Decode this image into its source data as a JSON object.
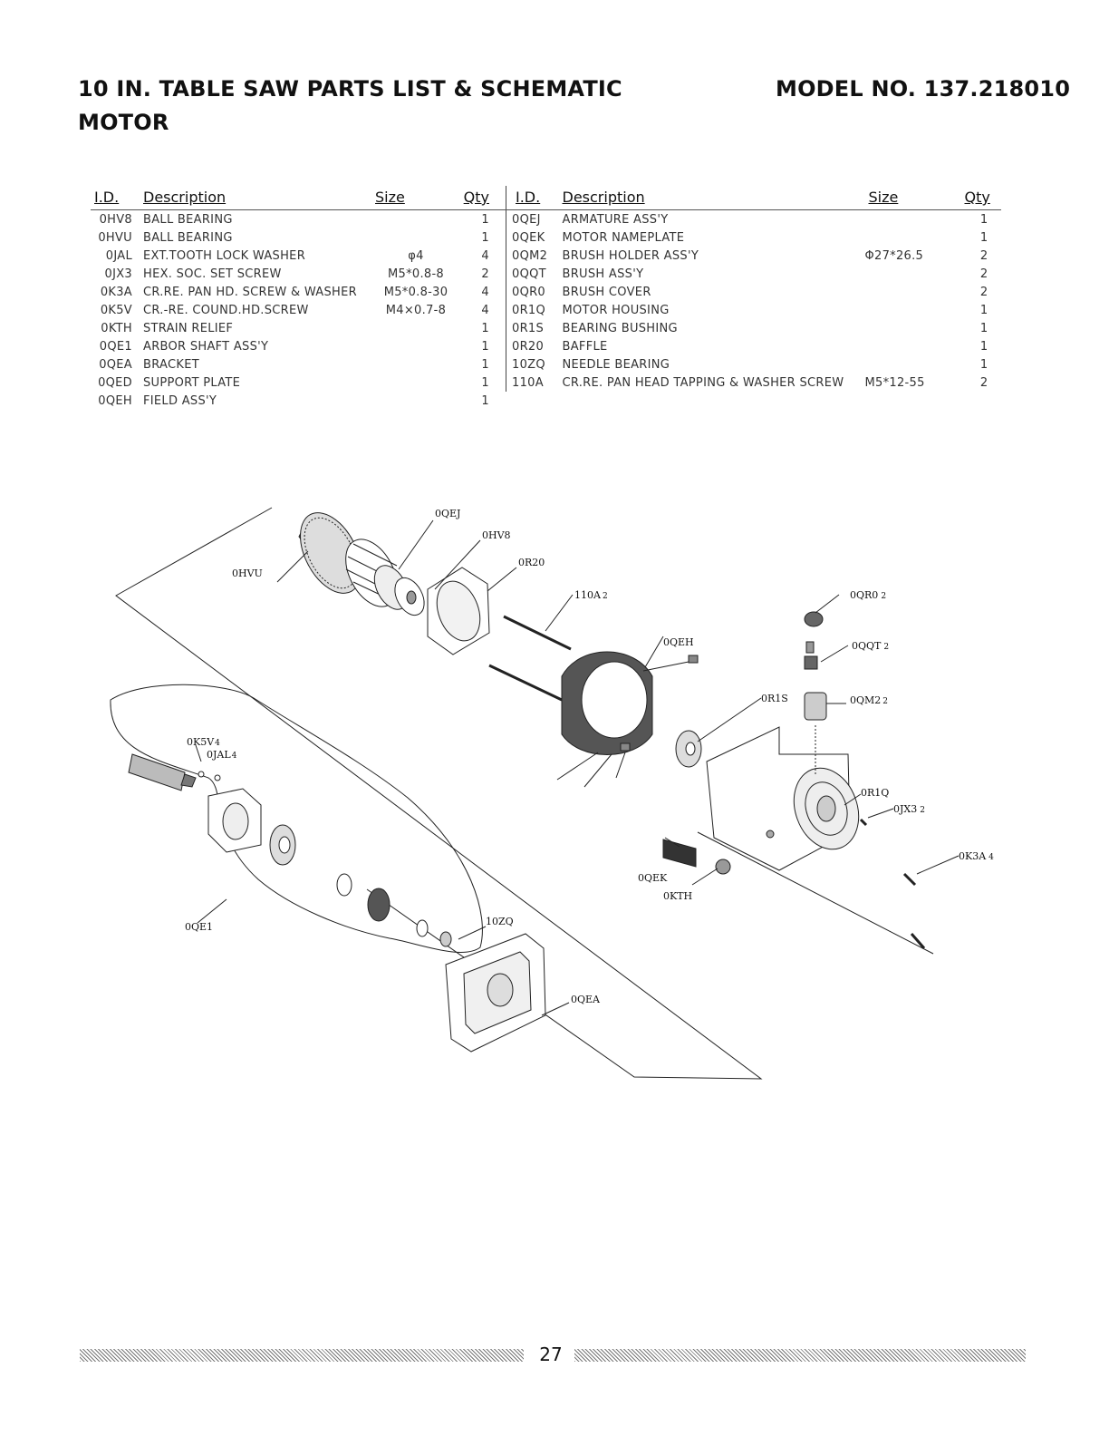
{
  "header": {
    "title": "10 IN. TABLE SAW PARTS LIST & SCHEMATIC",
    "model": "MODEL NO. 137.218010",
    "section": "MOTOR"
  },
  "table": {
    "headers": {
      "id": "I.D.",
      "description": "Description",
      "size": "Size",
      "qty": "Qty"
    },
    "left": [
      {
        "id": "0HV8",
        "description": "BALL BEARING",
        "size": "",
        "qty": "1"
      },
      {
        "id": "0HVU",
        "description": "BALL BEARING",
        "size": "",
        "qty": "1"
      },
      {
        "id": "0JAL",
        "description": "EXT.TOOTH LOCK WASHER",
        "size": "φ4",
        "qty": "4"
      },
      {
        "id": "0JX3",
        "description": "HEX. SOC. SET SCREW",
        "size": "M5*0.8-8",
        "qty": "2"
      },
      {
        "id": "0K3A",
        "description": "CR.RE. PAN HD. SCREW & WASHER",
        "size": "M5*0.8-30",
        "qty": "4"
      },
      {
        "id": "0K5V",
        "description": "CR.-RE. COUND.HD.SCREW",
        "size": "M4×0.7-8",
        "qty": "4"
      },
      {
        "id": "0KTH",
        "description": "STRAIN RELIEF",
        "size": "",
        "qty": "1"
      },
      {
        "id": "0QE1",
        "description": "ARBOR SHAFT ASS'Y",
        "size": "",
        "qty": "1"
      },
      {
        "id": "0QEA",
        "description": "BRACKET",
        "size": "",
        "qty": "1"
      },
      {
        "id": "0QED",
        "description": "SUPPORT PLATE",
        "size": "",
        "qty": "1"
      },
      {
        "id": "0QEH",
        "description": "FIELD ASS'Y",
        "size": "",
        "qty": "1"
      }
    ],
    "right": [
      {
        "id": "0QEJ",
        "description": "ARMATURE ASS'Y",
        "size": "",
        "qty": "1"
      },
      {
        "id": "0QEK",
        "description": "MOTOR NAMEPLATE",
        "size": "",
        "qty": "1"
      },
      {
        "id": "0QM2",
        "description": "BRUSH HOLDER ASS'Y",
        "size": "Φ27*26.5",
        "qty": "2"
      },
      {
        "id": "0QQT",
        "description": "BRUSH ASS'Y",
        "size": "",
        "qty": "2"
      },
      {
        "id": "0QR0",
        "description": "BRUSH COVER",
        "size": "",
        "qty": "2"
      },
      {
        "id": "0R1Q",
        "description": "MOTOR HOUSING",
        "size": "",
        "qty": "1"
      },
      {
        "id": "0R1S",
        "description": "BEARING BUSHING",
        "size": "",
        "qty": "1"
      },
      {
        "id": "0R20",
        "description": "BAFFLE",
        "size": "",
        "qty": "1"
      },
      {
        "id": "10ZQ",
        "description": "NEEDLE BEARING",
        "size": "",
        "qty": "1"
      },
      {
        "id": "110A",
        "description": "CR.RE. PAN HEAD TAPPING & WASHER SCREW",
        "size": "M5*12-55",
        "qty": "2"
      }
    ]
  },
  "callouts": {
    "c_0QEJ": "0QEJ",
    "c_0HV8": "0HV8",
    "c_0R20": "0R20",
    "c_0HVU": "0HVU",
    "c_110A": "110A",
    "c_110A_qty": "2",
    "c_0QR0": "0QR0",
    "c_0QR0_qty": "2",
    "c_0QEH": "0QEH",
    "c_0QQT": "0QQT",
    "c_0QQT_qty": "2",
    "c_0R1S": "0R1S",
    "c_0QM2": "0QM2",
    "c_0QM2_qty": "2",
    "c_0K5V": "0K5V",
    "c_0K5V_qty": "4",
    "c_0JAL": "0JAL",
    "c_0JAL_qty": "4",
    "c_0R1Q": "0R1Q",
    "c_0JX3": "0JX3",
    "c_0JX3_qty": "2",
    "c_0K3A": "0K3A",
    "c_0K3A_qty": "4",
    "c_0QEK": "0QEK",
    "c_0KTH": "0KTH",
    "c_0QE1": "0QE1",
    "c_10ZQ": "10ZQ",
    "c_0QEA": "0QEA"
  },
  "footer": {
    "page_number": "27"
  }
}
